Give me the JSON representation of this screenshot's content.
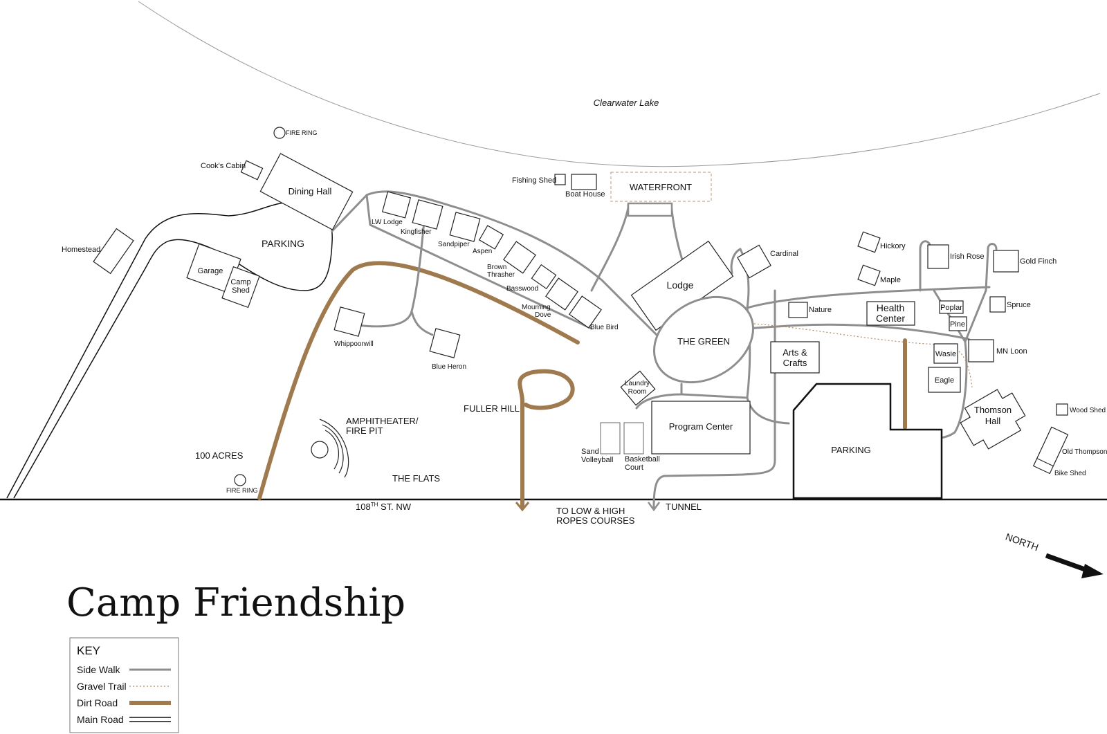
{
  "title": "Camp Friendship",
  "lake_label": "Clearwater Lake",
  "compass": {
    "label": "NORTH"
  },
  "key": {
    "heading": "KEY",
    "items": [
      {
        "label": "Side Walk",
        "style": "side-walk",
        "color": "#8e8e8e"
      },
      {
        "label": "Gravel Trail",
        "style": "gravel-trail",
        "color": "#b08a5e"
      },
      {
        "label": "Dirt Road",
        "style": "dirt-road",
        "color": "#a07a4f"
      },
      {
        "label": "Main Road",
        "style": "main-road",
        "color": "#111111"
      }
    ]
  },
  "labels": {
    "fire_ring_top": "FIRE RING",
    "fire_ring_bottom": "FIRE RING",
    "cooks_cabin": "Cook's Cabin",
    "dining_hall": "Dining Hall",
    "homestead": "Homestead",
    "parking_west": "PARKING",
    "garage": "Garage",
    "camp_shed_1": "Camp",
    "camp_shed_2": "Shed",
    "lw_lodge": "LW Lodge",
    "kingfisher": "Kingfisher",
    "sandpiper": "Sandpiper",
    "aspen": "Aspen",
    "brown_thrasher_1": "Brown",
    "brown_thrasher_2": "Thrasher",
    "basswood": "Basswood",
    "mourning_dove_1": "Mourning",
    "mourning_dove_2": "Dove",
    "blue_bird": "Blue Bird",
    "whippoorwill": "Whippoorwill",
    "blue_heron": "Blue Heron",
    "fishing_shed": "Fishing Shed",
    "boat_house": "Boat House",
    "waterfront": "WATERFRONT",
    "lodge": "Lodge",
    "cardinal": "Cardinal",
    "the_green": "THE GREEN",
    "nature": "Nature",
    "health_center_1": "Health",
    "health_center_2": "Center",
    "hickory": "Hickory",
    "maple": "Maple",
    "irish_rose": "Irish Rose",
    "gold_finch": "Gold Finch",
    "poplar": "Poplar",
    "pine": "Pine",
    "spruce": "Spruce",
    "wasie": "Wasie",
    "mn_loon": "MN Loon",
    "eagle": "Eagle",
    "arts_crafts_1": "Arts &",
    "arts_crafts_2": "Crafts",
    "laundry_room_1": "Laundry",
    "laundry_room_2": "Room",
    "program_center": "Program Center",
    "sand_volleyball_1": "Sand",
    "sand_volleyball_2": "Volleyball",
    "basketball_court_1": "Basketball",
    "basketball_court_2": "Court",
    "parking_east": "PARKING",
    "thomson_hall_1": "Thomson",
    "thomson_hall_2": "Hall",
    "wood_shed": "Wood Shed",
    "old_thompson": "Old Thompson",
    "bike_shed": "Bike Shed",
    "amphitheater_1": "AMPHITHEATER/",
    "amphitheater_2": "FIRE PIT",
    "fuller_hill": "FULLER HILL",
    "hundred_acres": "100 ACRES",
    "the_flats": "THE FLATS",
    "street_main": "108",
    "street_sup": "TH",
    "street_rest": " ST. NW",
    "ropes_1": "TO LOW & HIGH",
    "ropes_2": "ROPES COURSES",
    "tunnel": "TUNNEL"
  }
}
